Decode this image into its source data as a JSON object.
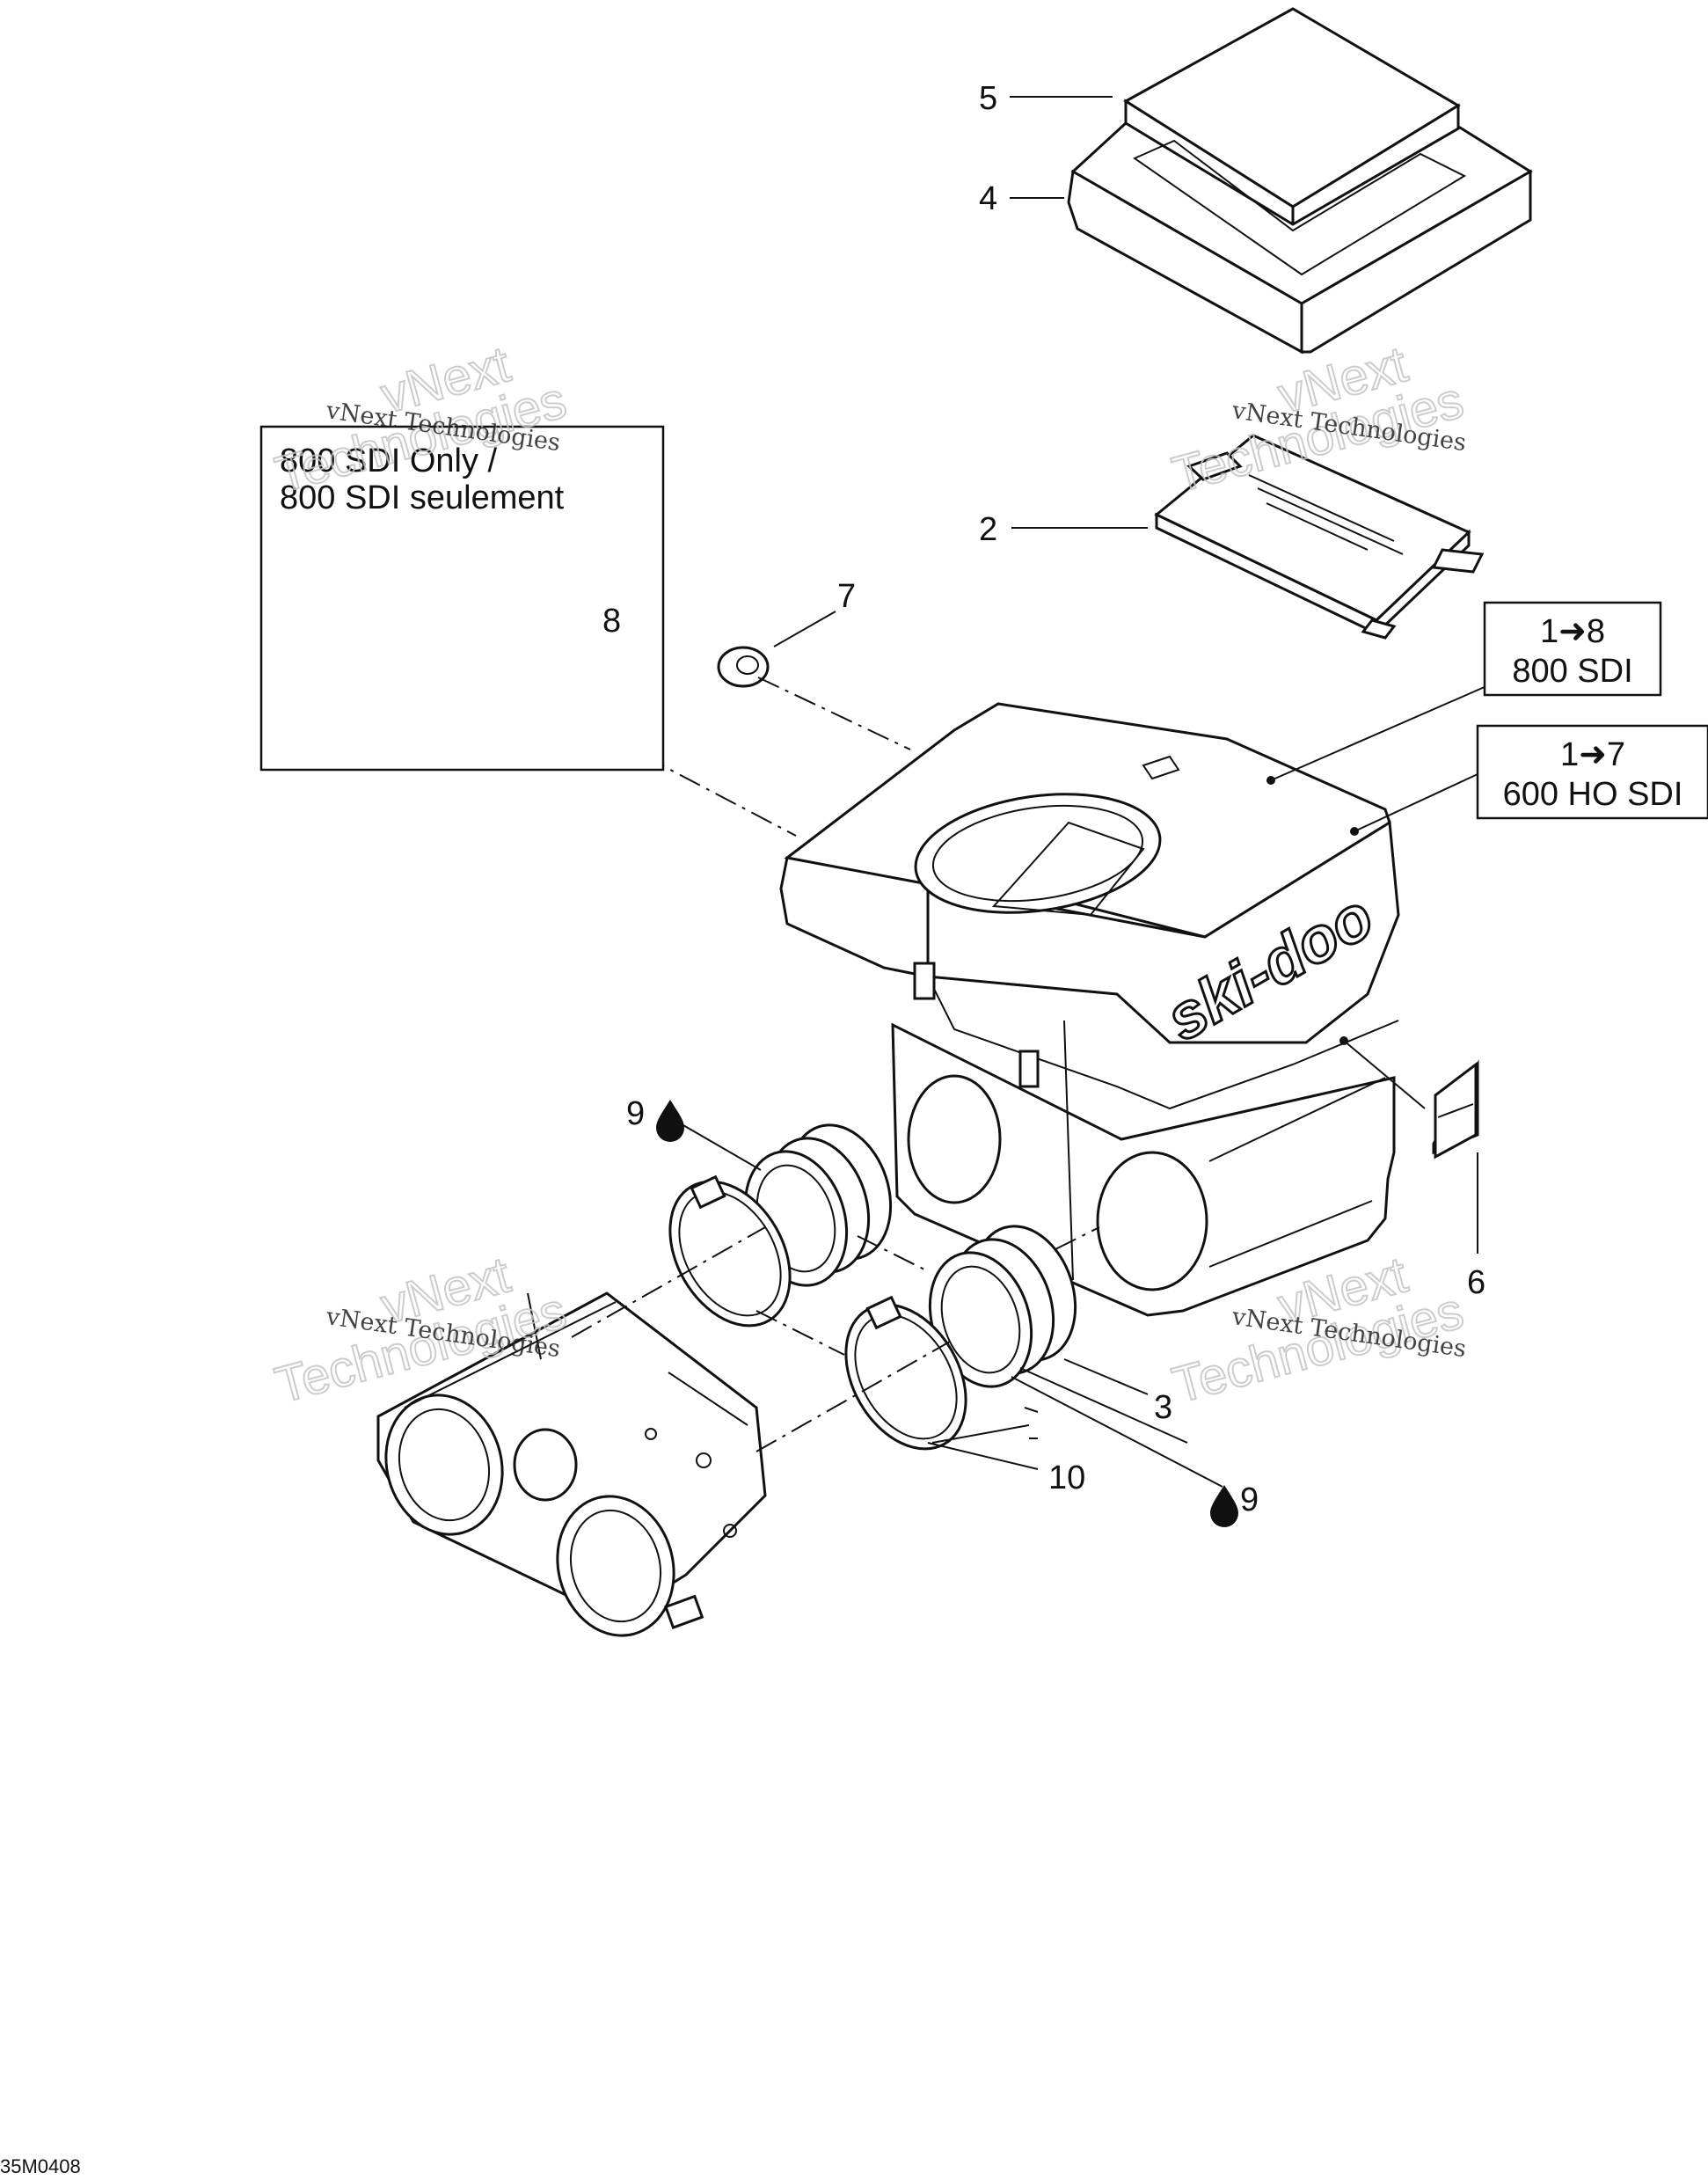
{
  "diagram": {
    "box_800": {
      "line1": "800 SDI Only /",
      "line2": "800 SDI seulement"
    },
    "box_kit_800": {
      "line1": "1➜8",
      "line2": "800 SDI"
    },
    "box_kit_600": {
      "line1": "1➜7",
      "line2": "600 HO SDI"
    },
    "callouts": {
      "c5": "5",
      "c4": "4",
      "c2": "2",
      "c7": "7",
      "c8": "8",
      "c6": "6",
      "c3": "3",
      "c10": "10",
      "c9a": "9",
      "c9b": "9"
    },
    "brand_logo": "ski-doo",
    "watermark": {
      "small": "vNext Technologies",
      "big_top": "vNext",
      "big_bottom": "Technologies"
    },
    "reference_code": "35M0408",
    "icons": {
      "lubricant": "oil-drop-icon"
    }
  }
}
